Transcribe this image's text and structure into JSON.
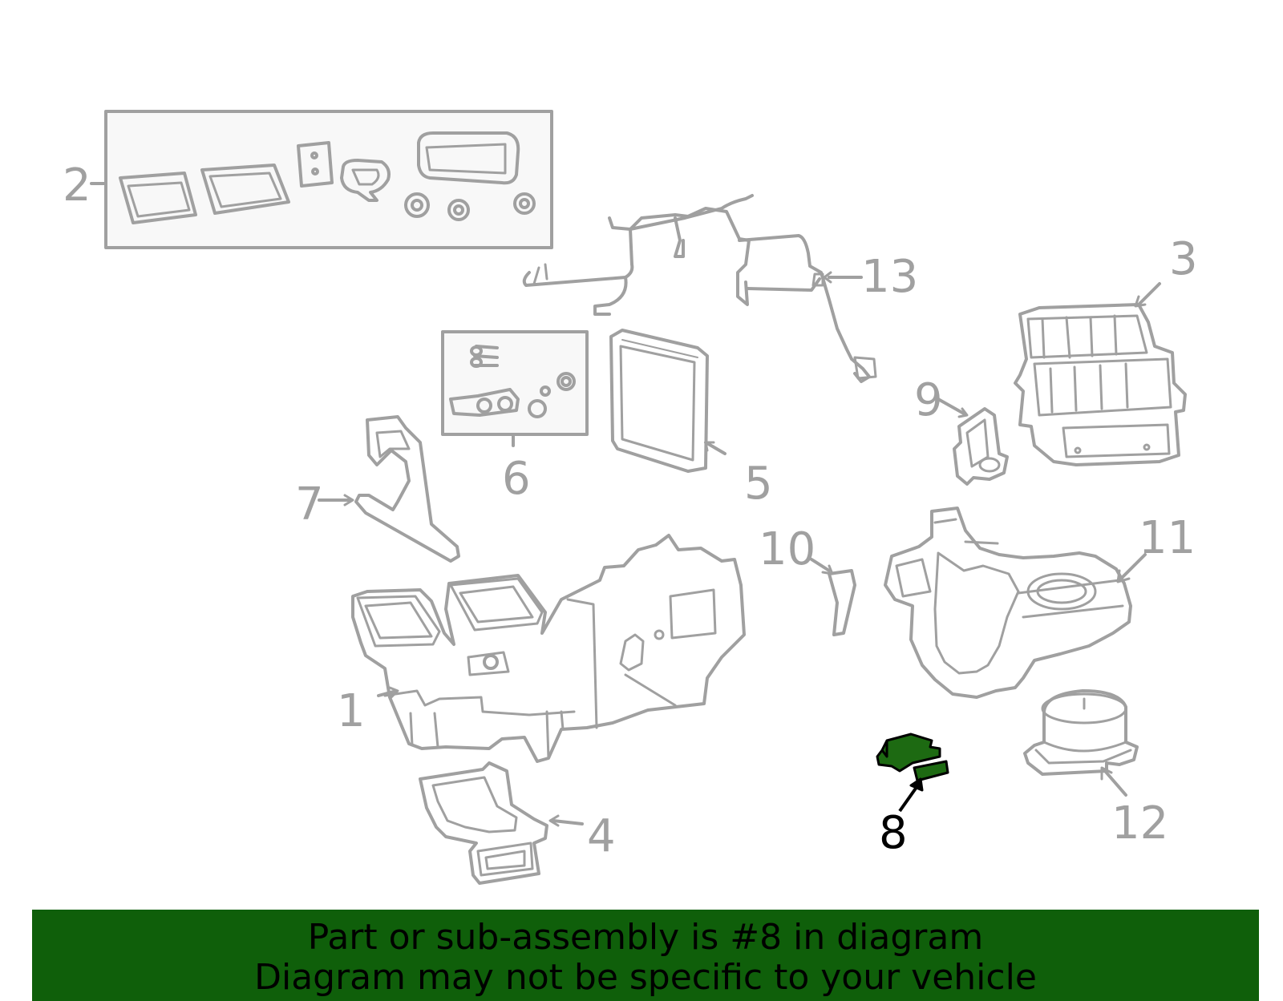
{
  "colors": {
    "line": "#a0a0a0",
    "highlight_fill": "#1d6a12",
    "highlight_label": "#000000",
    "banner_bg": "#0f5f0a",
    "box_fill": "#f8f8f8"
  },
  "callouts": {
    "c1": "1",
    "c2": "2",
    "c3": "3",
    "c4": "4",
    "c5": "5",
    "c6": "6",
    "c7": "7",
    "c8": "8",
    "c9": "9",
    "c10": "10",
    "c11": "11",
    "c12": "12",
    "c13": "13"
  },
  "highlighted_part": "8",
  "banner": {
    "line1": "Part or sub-assembly is #8 in diagram",
    "line2": "Diagram may not be specific to your vehicle"
  }
}
